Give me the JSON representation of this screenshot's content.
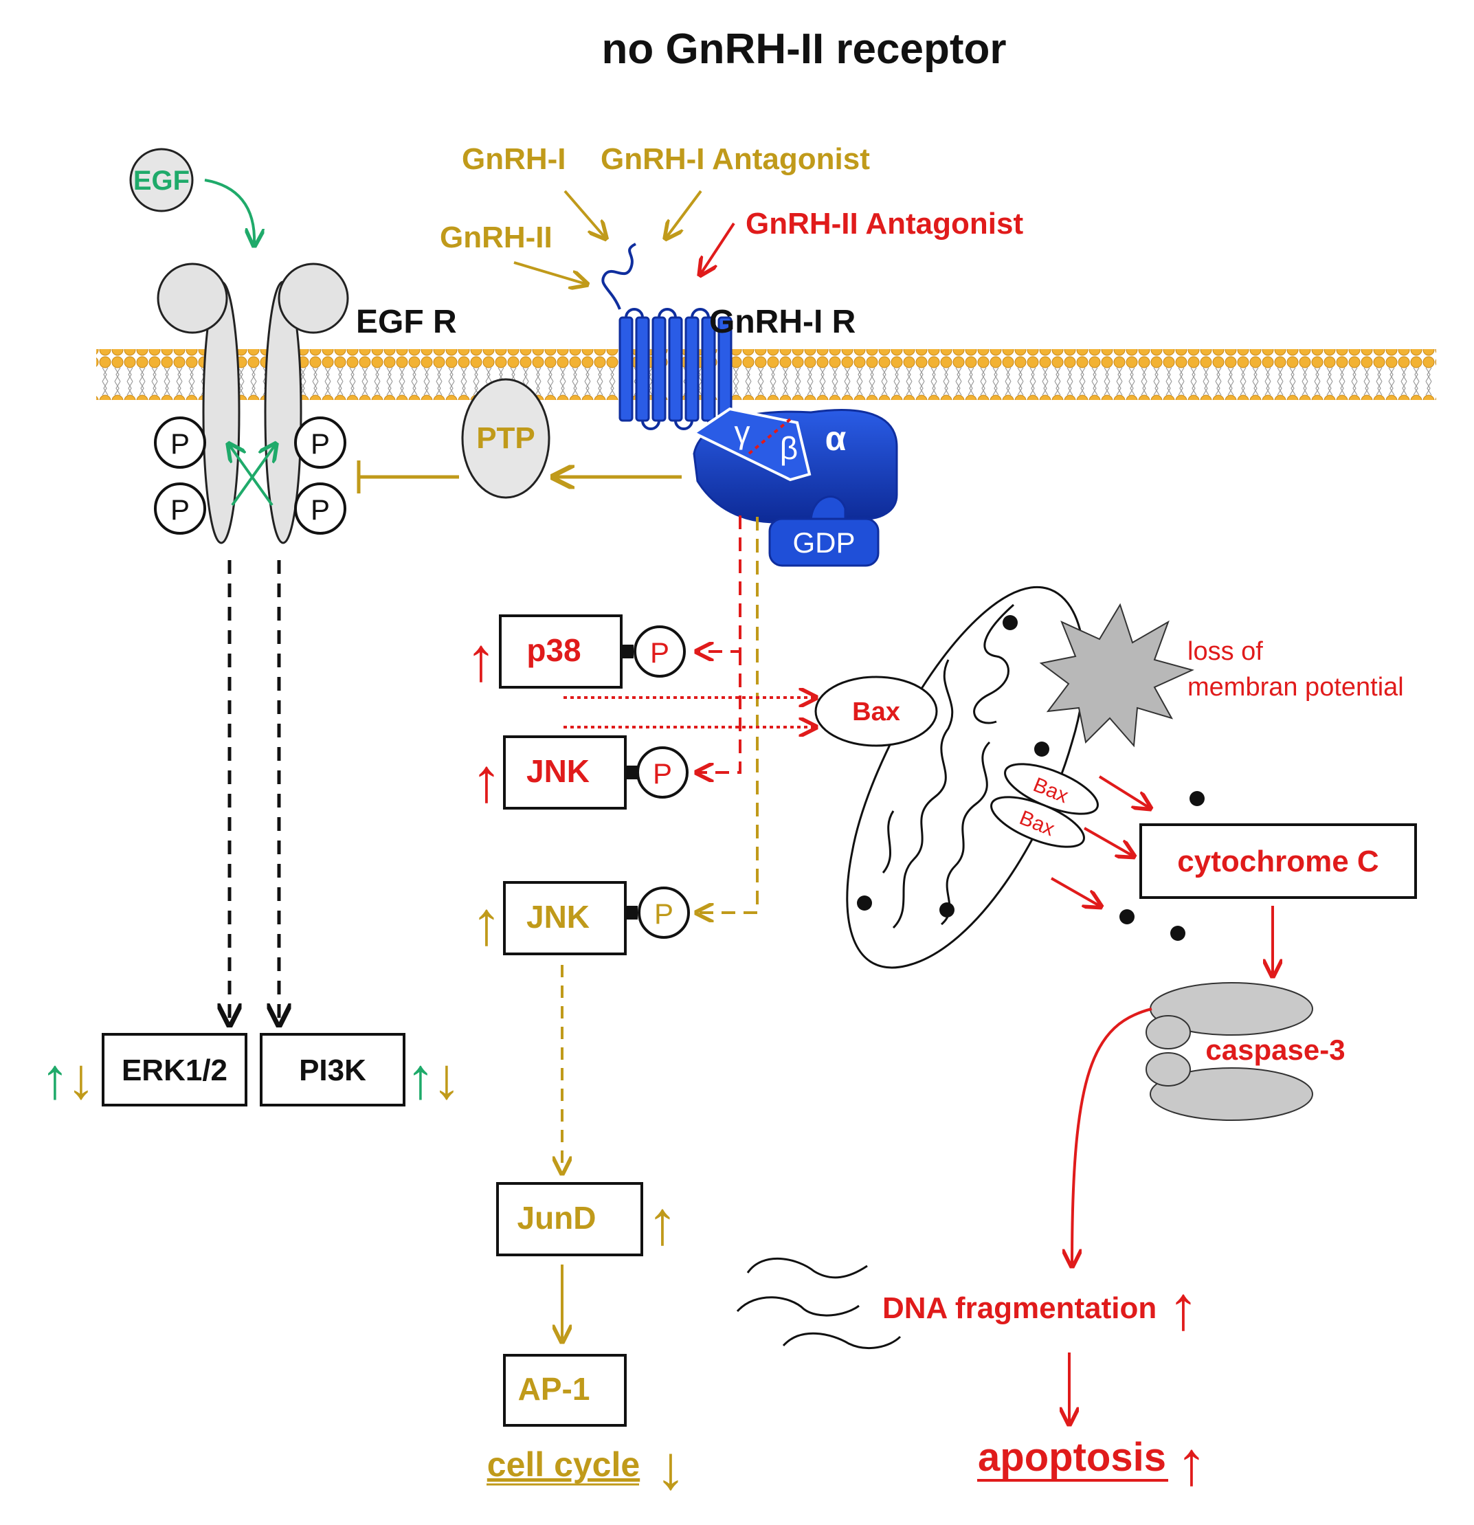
{
  "title": "no GnRH-II receptor",
  "colors": {
    "gold": "#C09A1A",
    "red": "#E01B1B",
    "green": "#1FAA6A",
    "blue": "#1F4FD8",
    "blue_dark": "#0F2E9E",
    "gray": "#D9D9D9",
    "membrane_head": "#F2B233",
    "black": "#111111"
  },
  "ligands": {
    "egf": "EGF",
    "gnrh1": "GnRH-I",
    "gnrh1_antagonist": "GnRH-I Antagonist",
    "gnrh2": "GnRH-II",
    "gnrh2_antagonist": "GnRH-II Antagonist"
  },
  "receptors": {
    "egfr": "EGF R",
    "gnrh1r": "GnRH-I R"
  },
  "phospho": "P",
  "gprotein": {
    "gamma": "γ",
    "beta": "β",
    "alpha": "α",
    "gdp": "GDP"
  },
  "ptp": "PTP",
  "kinases": {
    "p38": "p38",
    "jnk_red": "JNK",
    "jnk_gold": "JNK",
    "erk": "ERK1/2",
    "pi3k": "PI3K"
  },
  "mito": {
    "bax_outer": "Bax",
    "bax_inner_1": "Bax",
    "bax_inner_2": "Bax",
    "loss_line1": "loss of",
    "loss_line2": "membran potential"
  },
  "downstream": {
    "cytochrome": "cytochrome C",
    "caspase": "caspase-3",
    "dna": "DNA fragmentation",
    "apoptosis": "apoptosis",
    "jund": "JunD",
    "ap1": "AP-1",
    "cell_cycle": "cell cycle"
  },
  "arrows": {
    "up": "↑",
    "down": "↓"
  }
}
